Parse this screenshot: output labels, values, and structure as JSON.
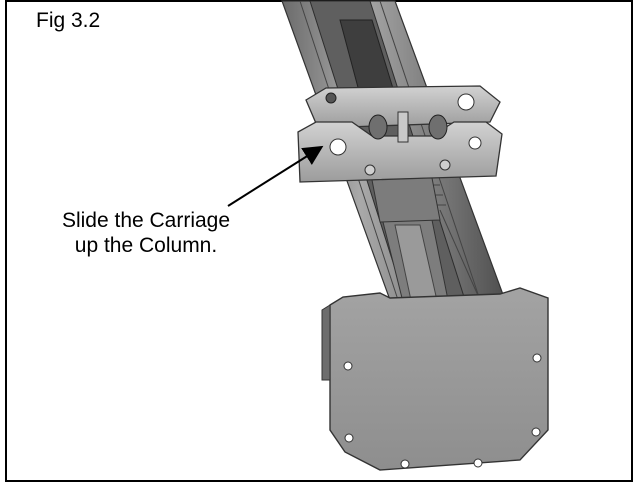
{
  "figure": {
    "label": "Fig 3.2",
    "callout_lines": [
      "Slide the Carriage",
      "up the Column."
    ]
  },
  "colors": {
    "frame": "#000000",
    "steel_dark": "#5a5a5a",
    "steel_mid": "#8c8c8c",
    "steel_light": "#bdbdbd",
    "plate": "#9b9b9b"
  }
}
